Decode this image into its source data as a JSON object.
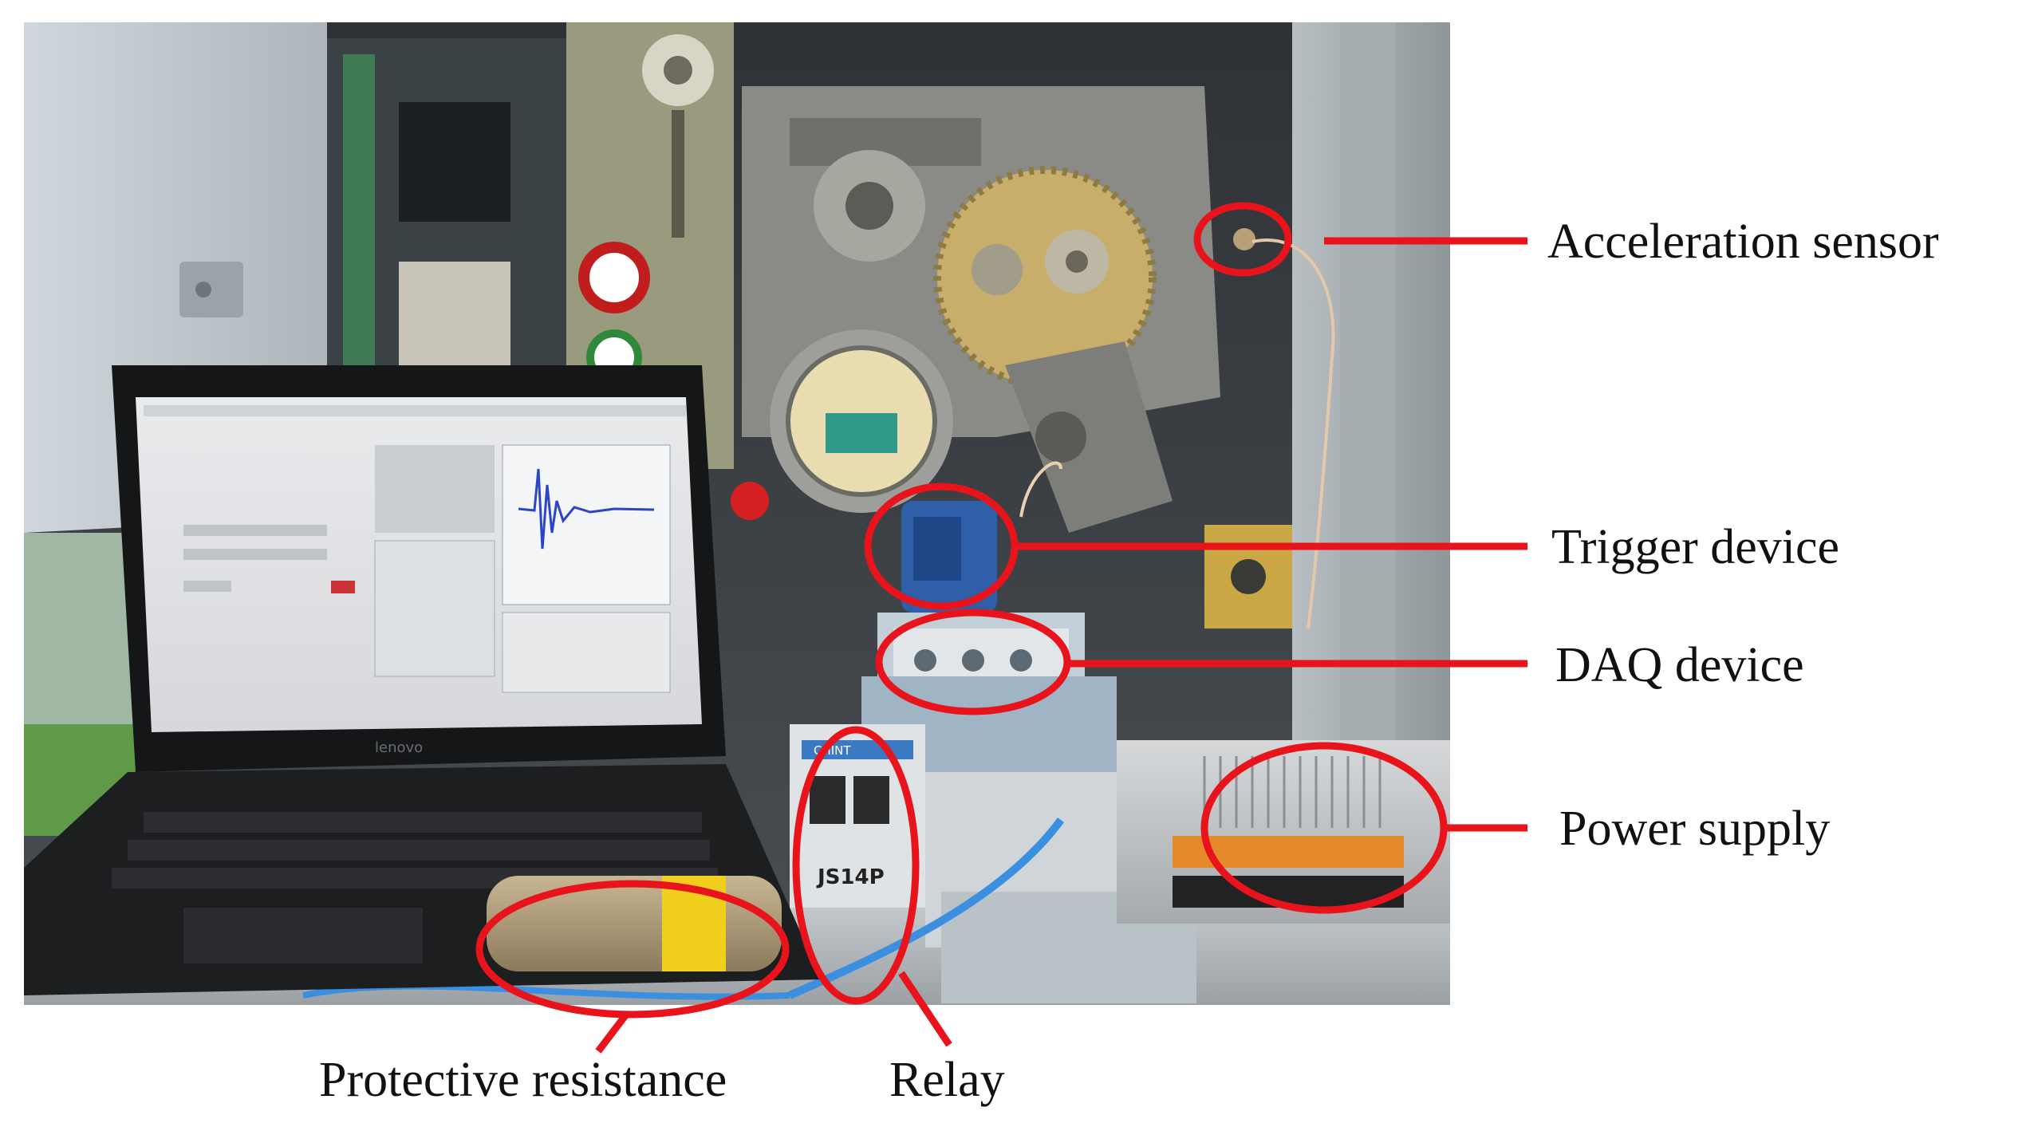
{
  "photo": {
    "laptop_brand": "lenovo",
    "relay_model": "JS14P",
    "relay_brand": "CHINT"
  },
  "labels": {
    "acceleration_sensor": "Acceleration sensor",
    "trigger_device": "Trigger device",
    "daq_device": "DAQ device",
    "power_supply": "Power supply",
    "protective_resistance": "Protective resistance",
    "relay": "Relay"
  },
  "colors": {
    "annotation_red": "#e8131b",
    "label_text": "#111111",
    "cabinet_gray": "#8d9296",
    "background": "#ffffff"
  }
}
